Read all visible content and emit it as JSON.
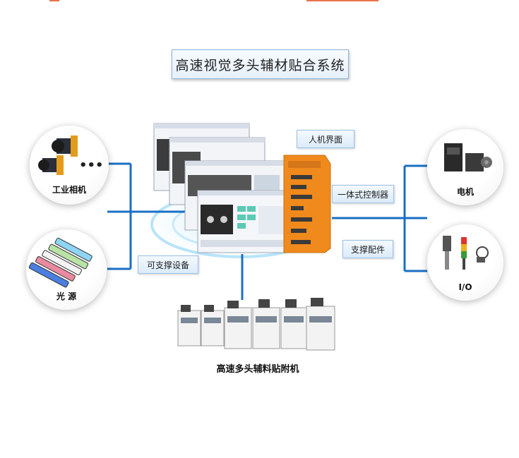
{
  "title": "高速视觉多头辅材贴合系统",
  "labels": {
    "hmi": "人机界面",
    "controller": "一体式控制器",
    "accessories": "支撑配件",
    "devices": "可支撑设备"
  },
  "peripherals": {
    "camera": "工业相机",
    "camera_more": "•••",
    "light": "光 源",
    "motor": "电机",
    "io": "I/O"
  },
  "machine_caption": "高速多头辅料贴附机",
  "colors": {
    "accent_line": "#1a6fc4",
    "controller": "#f08a1c",
    "title_border": "#8fb3d9"
  }
}
